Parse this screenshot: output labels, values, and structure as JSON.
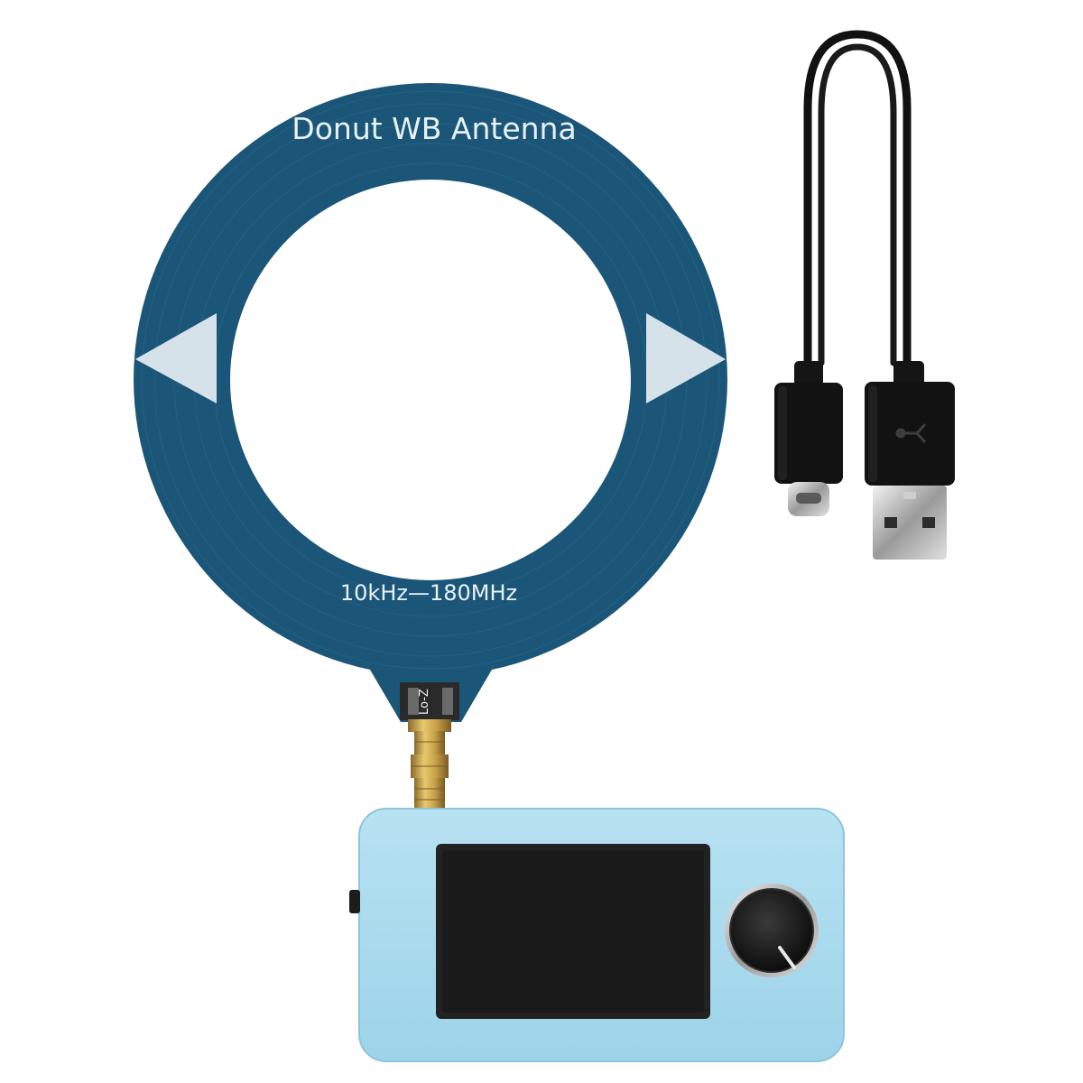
{
  "antenna": {
    "title": "Donut WB Antenna",
    "frequency_range": "10kHz—180MHz",
    "connector_label": "Lo-Z"
  },
  "colors": {
    "background": "#ffffff",
    "pcb": "#1b5678",
    "pcb_arrow": "#d6e2ea",
    "device_case": "#a8d9ec",
    "screen": "#222222",
    "knob": "#1a1a1a",
    "cable": "#111111",
    "sma_brass": "#c9a24a"
  },
  "icons": [
    "left-arrow-icon",
    "right-arrow-icon",
    "usb-icon"
  ]
}
